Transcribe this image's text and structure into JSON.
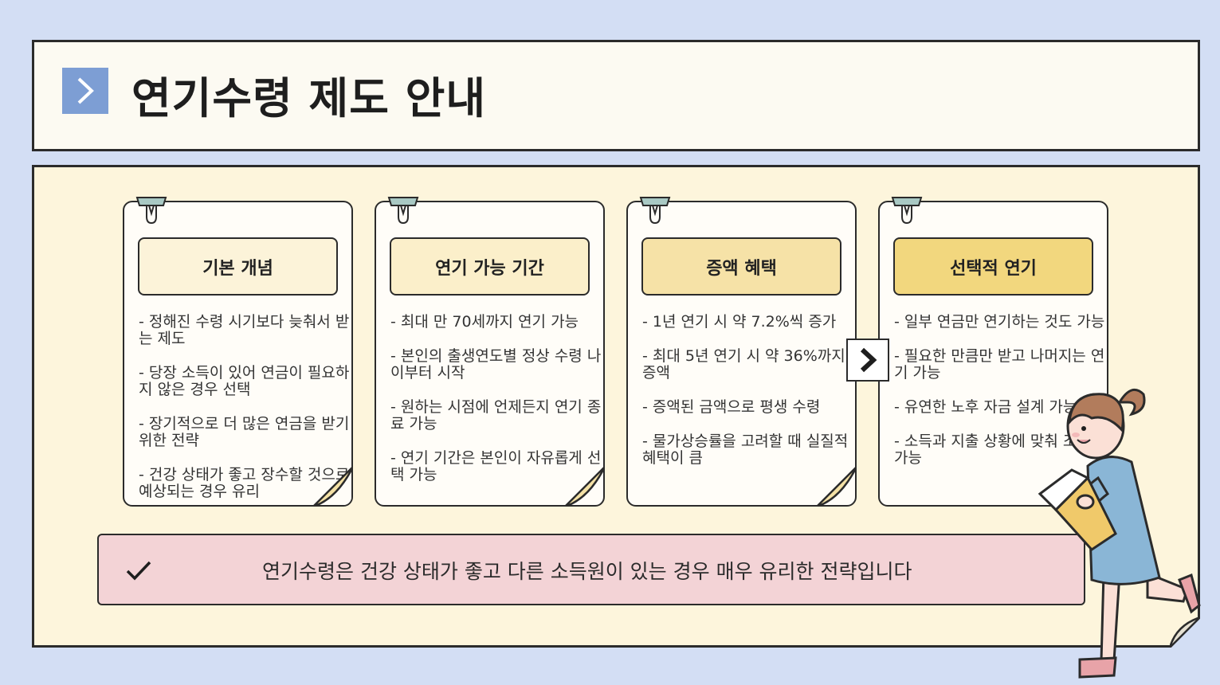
{
  "header": {
    "title": "연기수령 제도 안내"
  },
  "cards": [
    {
      "title": "기본 개념",
      "color": "#fcf3d9",
      "items": [
        "- 정해진 수령 시기보다 늦춰서 받는 제도",
        "- 당장 소득이 있어 연금이 필요하지 않은 경우 선택",
        "- 장기적으로 더 많은 연금을 받기 위한 전략",
        "- 건강 상태가 좋고 장수할 것으로 예상되는 경우 유리"
      ]
    },
    {
      "title": "연기 가능 기간",
      "color": "#fbefca",
      "items": [
        "- 최대 만 70세까지 연기 가능",
        "- 본인의 출생연도별 정상 수령 나이부터 시작",
        "- 원하는 시점에 언제든지 연기 종료 가능",
        "- 연기 기간은 본인이 자유롭게 선택 가능"
      ]
    },
    {
      "title": "증액 혜택",
      "color": "#f6e2a7",
      "items": [
        "- 1년 연기 시 약 7.2%씩 증가",
        "- 최대 5년 연기 시 약 36%까지 증액",
        "- 증액된 금액으로 평생 수령",
        "- 물가상승률을 고려할 때 실질적 혜택이 큼"
      ]
    },
    {
      "title": "선택적 연기",
      "color": "#f2d77e",
      "items": [
        "- 일부 연금만 연기하는 것도 가능",
        "- 필요한 만큼만 받고 나머지는 연기 가능",
        "- 유연한 노후 자금 설계 가능",
        "- 소득과 지출 상황에 맞춰 조절 가능"
      ]
    }
  ],
  "summary": {
    "text": "연기수령은 건강 상태가 좋고 다른 소득원이 있는 경우 매우 유리한 전략입니다"
  },
  "colors": {
    "background": "#d3def4",
    "panel": "#fdf5dc",
    "title_box": "#fcfaf2",
    "accent_blue": "#7d9ed4",
    "summary_pink": "#f3d3d6"
  },
  "icons": [
    "chevron-right-icon",
    "binder-clip-icon",
    "check-icon"
  ]
}
